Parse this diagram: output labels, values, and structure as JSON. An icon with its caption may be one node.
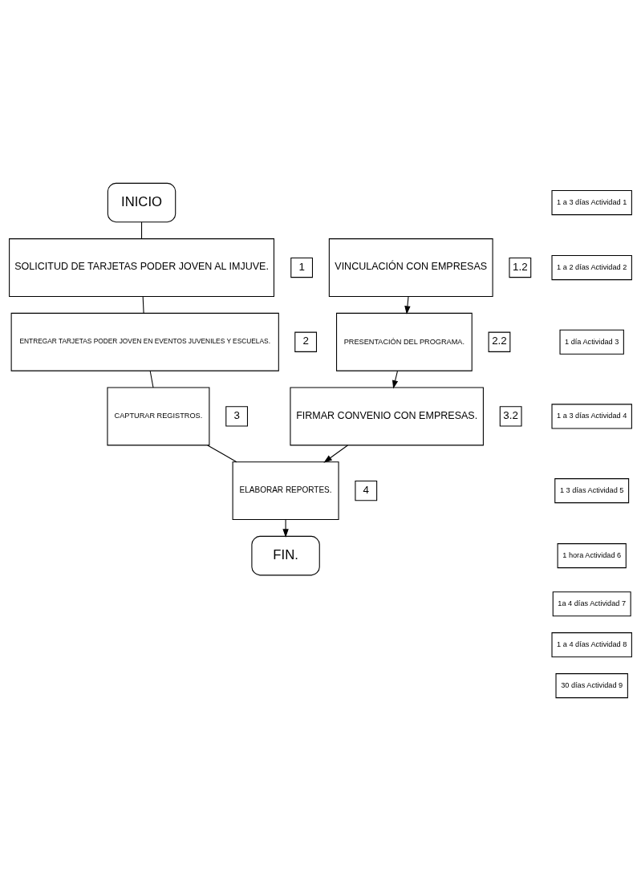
{
  "diagram": {
    "nodes": [
      {
        "text": [
          "INICIO"
        ]
      },
      {
        "text": [
          "SOLICITUD DE TARJETAS PODER JOVEN AL IMJUVE."
        ]
      },
      {
        "text": [
          "1"
        ]
      },
      {
        "text": [
          "ENTREGAR TARJETAS PODER JOVEN EN EVENTOS JUVENILES Y ESCUELAS."
        ]
      },
      {
        "text": [
          "2"
        ]
      },
      {
        "text": [
          "CAPTURAR REGISTROS."
        ]
      },
      {
        "text": [
          "3"
        ]
      },
      {
        "text": [
          "ELABORAR REPORTES."
        ]
      },
      {
        "text": [
          "4"
        ]
      },
      {
        "text": [
          "FIN."
        ]
      },
      {
        "text": [
          "VINCULACIÓN CON EMPRESAS"
        ]
      },
      {
        "text": [
          "1.2"
        ]
      },
      {
        "text": [
          "PRESENTACIÓN DEL PROGRAMA."
        ]
      },
      {
        "text": [
          "2.2"
        ]
      },
      {
        "text": [
          "FIRMAR CONVENIO CON EMPRESAS."
        ]
      },
      {
        "text": [
          "3.2"
        ]
      },
      {
        "text": [
          "1 a 3 días Actividad 1"
        ]
      },
      {
        "text": [
          "1 a 2 días Actividad 2"
        ]
      },
      {
        "text": [
          "1 día Actividad 3"
        ]
      },
      {
        "text": [
          "1 a 3 días Actividad 4"
        ]
      },
      {
        "text": [
          "1 3 días Actividad 5"
        ]
      },
      {
        "text": [
          "1 hora Actividad 6"
        ]
      },
      {
        "text": [
          "1a 4 días Actividad 7"
        ]
      },
      {
        "text": [
          "1 a 4 días Actividad 8"
        ]
      },
      {
        "text": [
          "30 días Actividad 9"
        ]
      }
    ],
    "edges": [
      {
        "from": 0,
        "to": 1,
        "arrow": "none"
      },
      {
        "from": 1,
        "to": 3,
        "arrow": "none"
      },
      {
        "from": 3,
        "to": 5,
        "arrow": "none"
      },
      {
        "from": 5,
        "to": 7,
        "arrow": "none"
      },
      {
        "from": 7,
        "to": 9,
        "arrow": "to"
      },
      {
        "from": 10,
        "to": 12,
        "arrow": "to"
      },
      {
        "from": 12,
        "to": 14,
        "arrow": "to"
      },
      {
        "from": 14,
        "to": 7,
        "arrow": "to"
      }
    ]
  }
}
